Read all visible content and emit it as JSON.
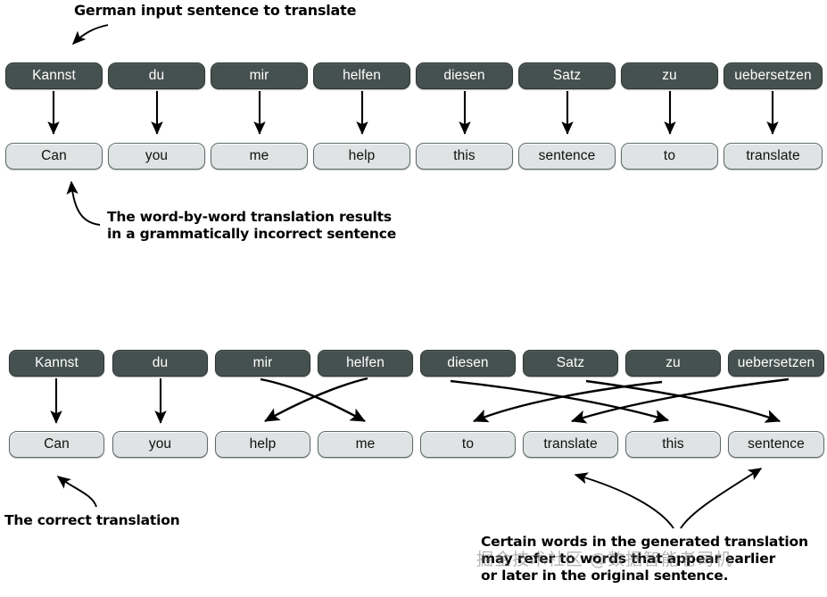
{
  "figure": {
    "background_color": "#ffffff",
    "source_box_color": "#45514f",
    "target_box_color": "#dfe3e3",
    "arrow_color": "#000000"
  },
  "diagram_top": {
    "source_row": [
      {
        "label": "Kannst"
      },
      {
        "label": "du"
      },
      {
        "label": "mir"
      },
      {
        "label": "helfen"
      },
      {
        "label": "diesen"
      },
      {
        "label": "Satz"
      },
      {
        "label": "zu"
      },
      {
        "label": "uebersetzen"
      }
    ],
    "target_row": [
      {
        "label": "Can"
      },
      {
        "label": "you"
      },
      {
        "label": "me"
      },
      {
        "label": "help"
      },
      {
        "label": "this"
      },
      {
        "label": "sentence"
      },
      {
        "label": "to"
      },
      {
        "label": "translate"
      }
    ],
    "alignments": [
      {
        "from": 0,
        "to": 0
      },
      {
        "from": 1,
        "to": 1
      },
      {
        "from": 2,
        "to": 2
      },
      {
        "from": 3,
        "to": 3
      },
      {
        "from": 4,
        "to": 4
      },
      {
        "from": 5,
        "to": 5
      },
      {
        "from": 6,
        "to": 6
      },
      {
        "from": 7,
        "to": 7
      }
    ]
  },
  "diagram_bottom": {
    "source_row": [
      {
        "label": "Kannst"
      },
      {
        "label": "du"
      },
      {
        "label": "mir"
      },
      {
        "label": "helfen"
      },
      {
        "label": "diesen"
      },
      {
        "label": "Satz"
      },
      {
        "label": "zu"
      },
      {
        "label": "uebersetzen"
      }
    ],
    "target_row": [
      {
        "label": "Can"
      },
      {
        "label": "you"
      },
      {
        "label": "help"
      },
      {
        "label": "me"
      },
      {
        "label": "to"
      },
      {
        "label": "translate"
      },
      {
        "label": "this"
      },
      {
        "label": "sentence"
      }
    ],
    "alignments": [
      {
        "from": 0,
        "to": 0
      },
      {
        "from": 1,
        "to": 1
      },
      {
        "from": 2,
        "to": 3
      },
      {
        "from": 3,
        "to": 2
      },
      {
        "from": 4,
        "to": 6
      },
      {
        "from": 5,
        "to": 7
      },
      {
        "from": 6,
        "to": 4
      },
      {
        "from": 7,
        "to": 5
      }
    ]
  },
  "annotations": {
    "german_input": "German input sentence to translate",
    "word_by_word": "The word-by-word translation results\nin a grammatically incorrect sentence",
    "correct_translation": "The correct translation",
    "certain_words": "Certain words in the generated translation\nmay refer to words that appear earlier\nor later in the original sentence."
  },
  "watermark": {
    "text": "掘金技术社区 @数据智能老司机"
  }
}
